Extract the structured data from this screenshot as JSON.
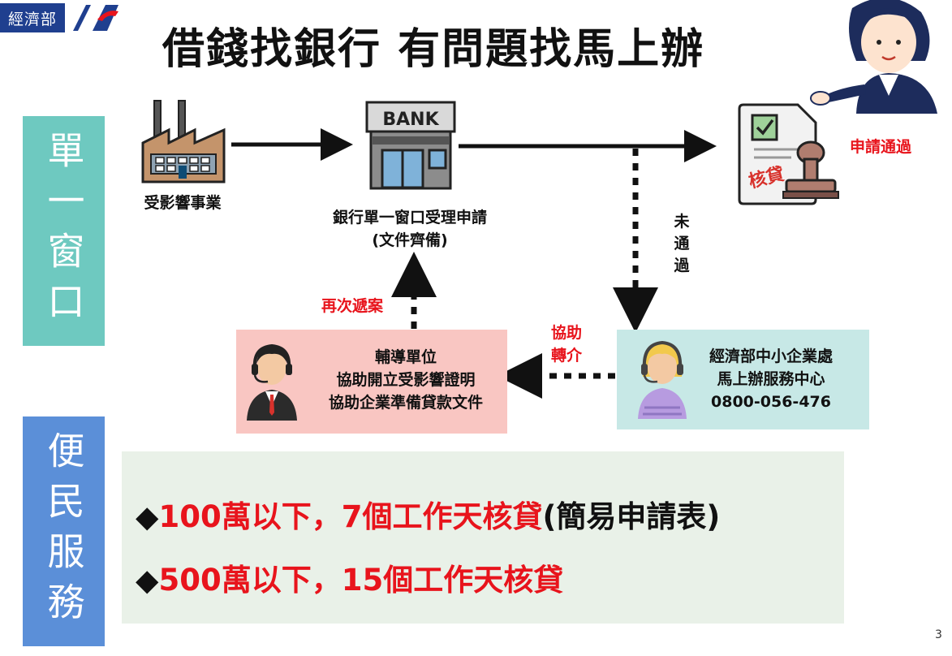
{
  "header": {
    "logo_text": "經濟部",
    "title": "借錢找銀行  有問題找馬上辦"
  },
  "side_labels": {
    "single_window": "單一窗口",
    "citizen_service": "便民服務"
  },
  "flow": {
    "factory_label": "受影響事業",
    "bank_sign": "BANK",
    "bank_label_line1": "銀行單一窗口受理申請",
    "bank_label_line2": "(文件齊備)",
    "approved_label": "申請通過",
    "loan_stamp_text": "核貸",
    "not_passed_label": "未通過",
    "resubmit_label": "再次遞案",
    "referral_label_line1": "協助",
    "referral_label_line2": "轉介"
  },
  "counsel_box": {
    "line1": "輔導單位",
    "line2": "協助開立受影響證明",
    "line3": "協助企業準備貸款文件"
  },
  "sme_box": {
    "line1": "經濟部中小企業處",
    "line2": "馬上辦服務中心",
    "line3": "0800-056-476"
  },
  "services": [
    {
      "bullet": "◆",
      "highlight": "100萬以下，7個工作天核貸",
      "suffix": "(簡易申請表)"
    },
    {
      "bullet": "◆",
      "highlight": "500萬以下，15個工作天核貸",
      "suffix": ""
    }
  ],
  "page_number": "3",
  "colors": {
    "teal": "#6ec9c0",
    "blue": "#5b8fd8",
    "red": "#e8141c",
    "pink_box": "#f9c6c2",
    "mint_box": "#c7e8e6",
    "panel": "#e9f1e8"
  },
  "icons": [
    "logo-icon",
    "factory-icon",
    "bank-icon",
    "approval-document-icon",
    "stamp-icon",
    "presenter-woman-icon",
    "male-agent-icon",
    "female-agent-icon"
  ]
}
